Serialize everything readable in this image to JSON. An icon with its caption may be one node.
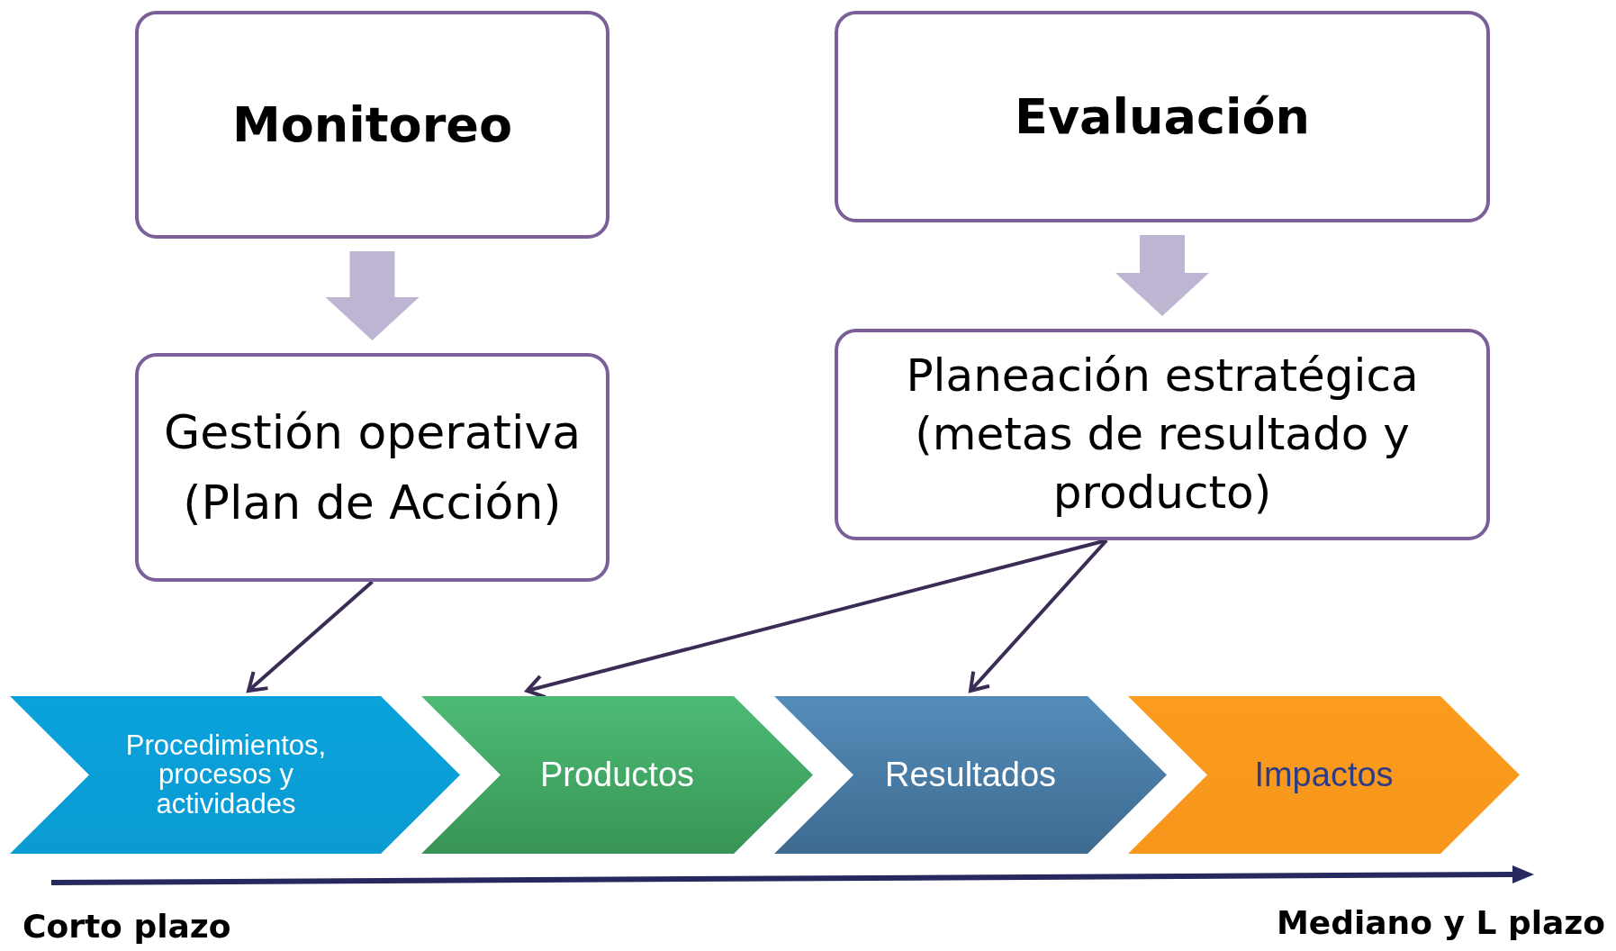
{
  "diagram": {
    "nodes": [
      {
        "text": [
          "Monitoreo"
        ]
      },
      {
        "text": [
          "Evaluación"
        ]
      },
      {
        "text": [
          "Gestión operativa (Plan de Acción)"
        ]
      },
      {
        "text": [
          "Planeación estratégica (metas de resultado y producto)"
        ]
      },
      {
        "text": [
          "Procedimientos, procesos y actividades"
        ]
      },
      {
        "text": [
          "Productos"
        ]
      },
      {
        "text": [
          "Resultados"
        ]
      },
      {
        "text": [
          "Impactos"
        ]
      }
    ],
    "edges": [
      {
        "from": 0,
        "to": 2,
        "arrow": "to",
        "style": "thick",
        "color": "#bdb5d1"
      },
      {
        "from": 1,
        "to": 3,
        "arrow": "to",
        "style": "thick",
        "color": "#bdb5d1"
      },
      {
        "from": 2,
        "to": 4,
        "arrow": "to"
      },
      {
        "from": 3,
        "to": 5,
        "arrow": "to"
      },
      {
        "from": 3,
        "to": 6,
        "arrow": "to"
      }
    ],
    "labels": [
      "Corto plazo",
      "Mediano y L plazo"
    ]
  }
}
